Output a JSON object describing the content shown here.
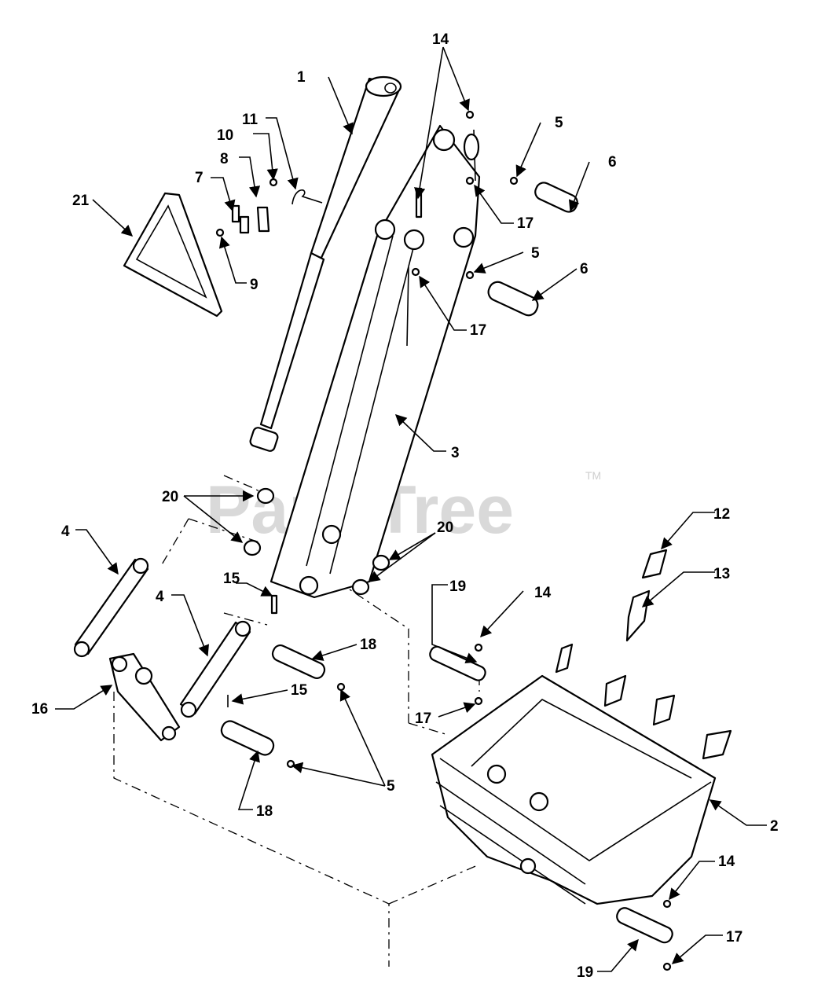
{
  "watermark": {
    "text": "PartsTree",
    "tm": "TM"
  },
  "callouts": [
    {
      "id": "1",
      "label": "1"
    },
    {
      "id": "2",
      "label": "2"
    },
    {
      "id": "3",
      "label": "3"
    },
    {
      "id": "4a",
      "label": "4"
    },
    {
      "id": "4b",
      "label": "4"
    },
    {
      "id": "5a",
      "label": "5"
    },
    {
      "id": "5b",
      "label": "5"
    },
    {
      "id": "5c",
      "label": "5"
    },
    {
      "id": "6a",
      "label": "6"
    },
    {
      "id": "6b",
      "label": "6"
    },
    {
      "id": "7",
      "label": "7"
    },
    {
      "id": "8",
      "label": "8"
    },
    {
      "id": "9",
      "label": "9"
    },
    {
      "id": "10",
      "label": "10"
    },
    {
      "id": "11",
      "label": "11"
    },
    {
      "id": "12",
      "label": "12"
    },
    {
      "id": "13",
      "label": "13"
    },
    {
      "id": "14a",
      "label": "14"
    },
    {
      "id": "14b",
      "label": "14"
    },
    {
      "id": "14c",
      "label": "14"
    },
    {
      "id": "15a",
      "label": "15"
    },
    {
      "id": "15b",
      "label": "15"
    },
    {
      "id": "16",
      "label": "16"
    },
    {
      "id": "17a",
      "label": "17"
    },
    {
      "id": "17b",
      "label": "17"
    },
    {
      "id": "17c",
      "label": "17"
    },
    {
      "id": "17d",
      "label": "17"
    },
    {
      "id": "18a",
      "label": "18"
    },
    {
      "id": "18b",
      "label": "18"
    },
    {
      "id": "19a",
      "label": "19"
    },
    {
      "id": "19b",
      "label": "19"
    },
    {
      "id": "20a",
      "label": "20"
    },
    {
      "id": "20b",
      "label": "20"
    },
    {
      "id": "21",
      "label": "21"
    }
  ]
}
